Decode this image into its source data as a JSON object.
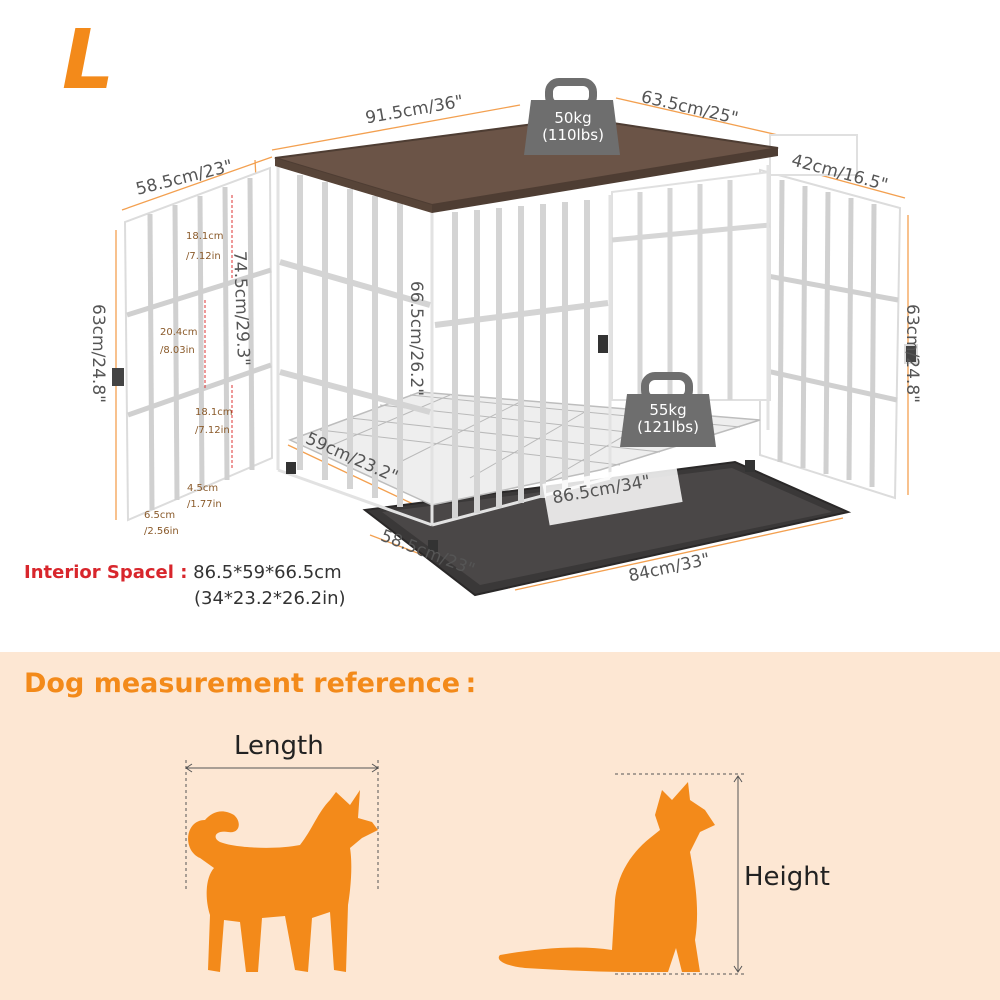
{
  "size_letter": "L",
  "dimensions": {
    "top_width": "91.5cm/36\"",
    "top_depth": "63.5cm/25\"",
    "left_door_width": "58.5cm/23\"",
    "right_door_width": "42cm/16.5\"",
    "height_overall": "74.5cm/29.3\"",
    "door_height_left": "63cm/24.8\"",
    "door_height_right": "63cm/24.8\"",
    "interior_height": "66.5cm/26.2\"",
    "interior_depth": "59cm/23.2\"",
    "interior_width": "86.5cm/34\"",
    "base_depth": "58.5cm/23\"",
    "base_width": "84cm/33\"",
    "gap_top_cm": "18.1cm",
    "gap_top_in": "/7.12in",
    "gap_mid_cm": "20.4cm",
    "gap_mid_in": "/8.03in",
    "gap_bottom_cm": "18.1cm",
    "gap_bottom_in": "/7.12in",
    "bar_gap_a_cm": "6.5cm",
    "bar_gap_a_in": "/2.56in",
    "bar_gap_b_cm": "4.5cm",
    "bar_gap_b_in": "/1.77in"
  },
  "weights": {
    "top": {
      "kg": "50kg",
      "lbs": "(110lbs)"
    },
    "floor": {
      "kg": "55kg",
      "lbs": "(121lbs)"
    }
  },
  "interior_space": {
    "label": "Interior Spacel :",
    "metric": "86.5*59*66.5cm",
    "imperial": "(34*23.2*26.2in)"
  },
  "reference": {
    "title": "Dog measurement reference :",
    "length_label": "Length",
    "height_label": "Height"
  },
  "colors": {
    "accent": "#f38a1a",
    "reference_bg": "#fde7d3",
    "tabletop": "#6b5447",
    "tray": "#3a3838",
    "frame": "#ffffff",
    "weight_icon": "#6e6e6e",
    "interior_label": "#d8262c"
  }
}
